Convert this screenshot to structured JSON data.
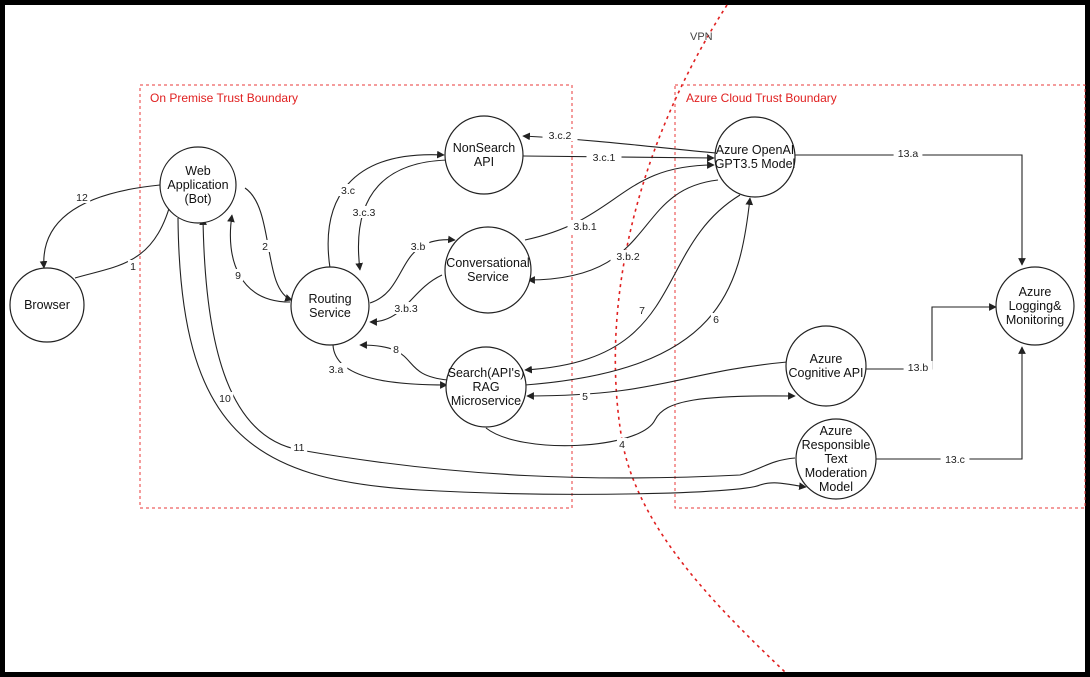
{
  "boundaries": {
    "on_premise": "On Premise Trust Boundary",
    "azure_cloud": "Azure Cloud Trust Boundary",
    "vpn": "VPN"
  },
  "nodes": {
    "browser": [
      "Browser"
    ],
    "web_app": [
      "Web",
      "Application",
      "(Bot)"
    ],
    "routing": [
      "Routing",
      "Service"
    ],
    "nonsearch": [
      "NonSearch",
      "API"
    ],
    "conversational": [
      "Conversational",
      "Service"
    ],
    "search": [
      "Search(API's)",
      "RAG",
      "Microservice"
    ],
    "openai": [
      "Azure OpenAI",
      "GPT3.5 Model"
    ],
    "cognitive": [
      "Azure",
      "Cognitive API"
    ],
    "responsible": [
      "Azure",
      "Responsible",
      "Text",
      "Moderation",
      "Model"
    ],
    "logging": [
      "Azure",
      "Logging&",
      "Monitoring"
    ]
  },
  "edge_labels": {
    "e1": "1",
    "e2": "2",
    "e3a": "3.a",
    "e3b": "3.b",
    "e3b1": "3.b.1",
    "e3b2": "3.b.2",
    "e3b3": "3.b.3",
    "e3c": "3.c",
    "e3c1": "3.c.1",
    "e3c2": "3.c.2",
    "e3c3": "3.c.3",
    "e4": "4",
    "e5": "5",
    "e6": "6",
    "e7": "7",
    "e8": "8",
    "e9": "9",
    "e10": "10",
    "e11": "11",
    "e12": "12",
    "e13a": "13.a",
    "e13b": "13.b",
    "e13c": "13.c"
  },
  "colors": {
    "background": "#000000",
    "canvas": "#ffffff",
    "boundary": "#e02020",
    "stroke": "#222222"
  }
}
